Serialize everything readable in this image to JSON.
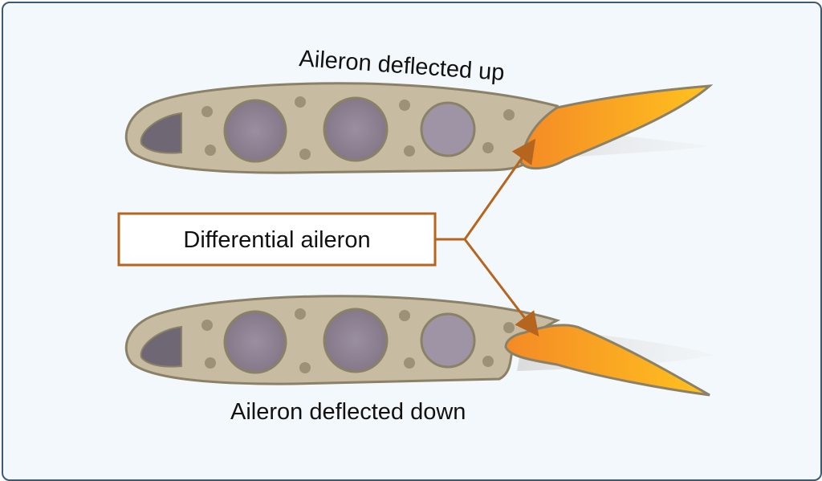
{
  "labels": {
    "up": "Aileron deflected up",
    "down": "Aileron deflected down",
    "callout": "Differential aileron"
  },
  "colors": {
    "background": "#f3f8fc",
    "frame_border": "#3e5a73",
    "wing_fill": "#c7bca1",
    "wing_stroke": "#8a8167",
    "hole_fill": "#8f8494",
    "aileron_light": "#ffc21f",
    "aileron_dark": "#f48a26",
    "arrow": "#b5651d"
  }
}
